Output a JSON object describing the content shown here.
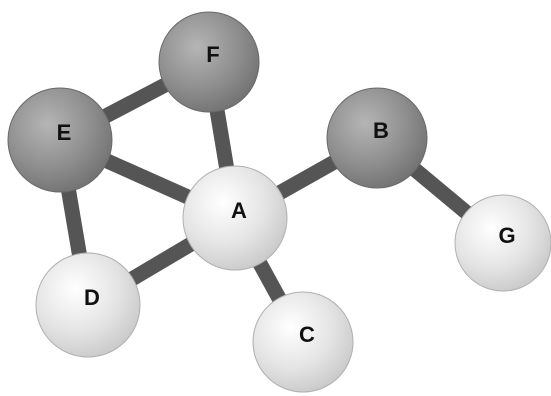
{
  "diagram": {
    "nodes": [
      {
        "id": "A",
        "label": "A",
        "shade": "light"
      },
      {
        "id": "B",
        "label": "B",
        "shade": "dark"
      },
      {
        "id": "C",
        "label": "C",
        "shade": "light"
      },
      {
        "id": "D",
        "label": "D",
        "shade": "light"
      },
      {
        "id": "E",
        "label": "E",
        "shade": "dark"
      },
      {
        "id": "F",
        "label": "F",
        "shade": "dark"
      },
      {
        "id": "G",
        "label": "G",
        "shade": "light"
      }
    ],
    "edges": [
      {
        "from": "A",
        "to": "B"
      },
      {
        "from": "A",
        "to": "C"
      },
      {
        "from": "A",
        "to": "D"
      },
      {
        "from": "A",
        "to": "E"
      },
      {
        "from": "A",
        "to": "F"
      },
      {
        "from": "B",
        "to": "G"
      },
      {
        "from": "D",
        "to": "E"
      },
      {
        "from": "E",
        "to": "F"
      }
    ],
    "colors": {
      "bond": "#555555",
      "dark_node": "#8c8c8c",
      "light_node": "#e6e6e6",
      "label": "#111111"
    }
  }
}
